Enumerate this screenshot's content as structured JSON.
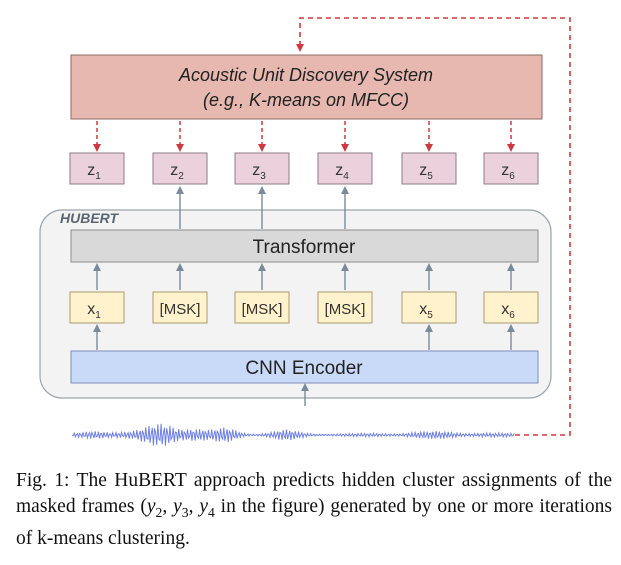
{
  "system": {
    "line1": "Acoustic Unit Discovery System",
    "line2": "(e.g., K-means on MFCC)"
  },
  "targets": [
    {
      "base": "z",
      "sub": "1"
    },
    {
      "base": "z",
      "sub": "2"
    },
    {
      "base": "z",
      "sub": "3"
    },
    {
      "base": "z",
      "sub": "4"
    },
    {
      "base": "z",
      "sub": "5"
    },
    {
      "base": "z",
      "sub": "6"
    }
  ],
  "model_label": "HUBERT",
  "transformer_label": "Transformer",
  "inputs": [
    {
      "base": "x",
      "sub": "1",
      "masked": false
    },
    {
      "base": "[MSK]",
      "sub": "",
      "masked": true
    },
    {
      "base": "[MSK]",
      "sub": "",
      "masked": true
    },
    {
      "base": "[MSK]",
      "sub": "",
      "masked": true
    },
    {
      "base": "x",
      "sub": "5",
      "masked": false
    },
    {
      "base": "x",
      "sub": "6",
      "masked": false
    }
  ],
  "encoder_label": "CNN Encoder",
  "caption": {
    "prefix": "Fig. 1: The HuBERT approach predicts hidden cluster assignments of the masked frames (",
    "y2": "y",
    "y2_sub": "2",
    "sep1": ", ",
    "y3": "y",
    "y3_sub": "3",
    "sep2": ", ",
    "y4": "y",
    "y4_sub": "4",
    "suffix": " in the figure) generated by one or more iterations of k-means clustering."
  },
  "colors": {
    "system_fill": "#e6b8af",
    "target_fill": "#ead1dc",
    "hubert_fill": "#f3f3f3",
    "transformer_fill": "#d9d9d9",
    "input_fill": "#fff2cc",
    "encoder_fill": "#c9daf8",
    "arrow_solid": "#7a8a99",
    "arrow_dashed": "#d0383f",
    "waveform": "#6e7fe3"
  }
}
